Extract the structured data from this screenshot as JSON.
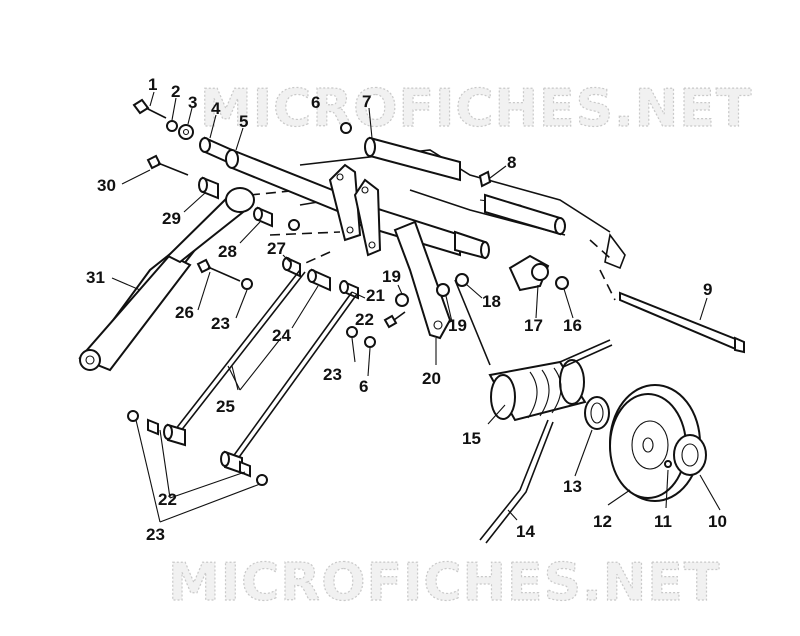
{
  "watermarks": [
    "MICROFICHES.NET",
    "MICROFICHES.NET"
  ],
  "callouts": [
    "1",
    "2",
    "3",
    "4",
    "5",
    "6",
    "7",
    "8",
    "30",
    "29",
    "28",
    "27",
    "31",
    "26",
    "23",
    "24",
    "19",
    "21",
    "22",
    "19",
    "18",
    "17",
    "16",
    "9",
    "23",
    "6",
    "20",
    "25",
    "15",
    "13",
    "12",
    "11",
    "10",
    "14",
    "22",
    "23"
  ],
  "colors": {
    "ink": "#111111",
    "watermark_fill": "#f1f1f1",
    "watermark_stroke": "#c9c9c9"
  }
}
